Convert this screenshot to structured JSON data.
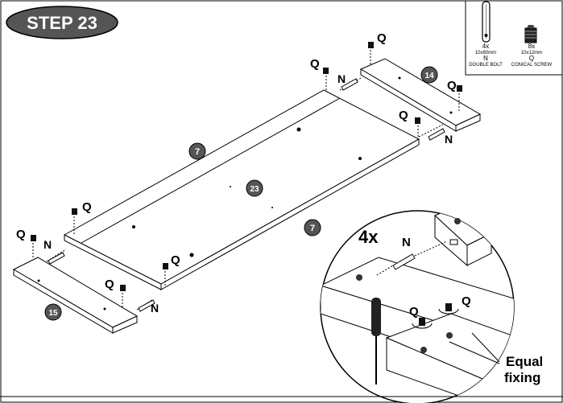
{
  "step": {
    "title": "STEP 23"
  },
  "parts_box": {
    "items": [
      {
        "qty": "4x",
        "size": "10x80mm",
        "letter": "N",
        "name": "DOUBLE BOLT",
        "icon": "double-bolt-icon"
      },
      {
        "qty": "8x",
        "size": "10x12mm",
        "letter": "Q",
        "name": "CONICAL SCREW",
        "icon": "conical-screw-icon"
      }
    ]
  },
  "panels": {
    "panel_7_top": "7",
    "panel_23": "23",
    "panel_7_bottom": "7",
    "panel_14": "14",
    "panel_15": "15"
  },
  "callouts": {
    "q": "Q",
    "n": "N"
  },
  "detail": {
    "count": "4x",
    "n": "N",
    "q_left": "Q",
    "q_right": "Q",
    "note_line1": "Equal",
    "note_line2": "fixing"
  }
}
